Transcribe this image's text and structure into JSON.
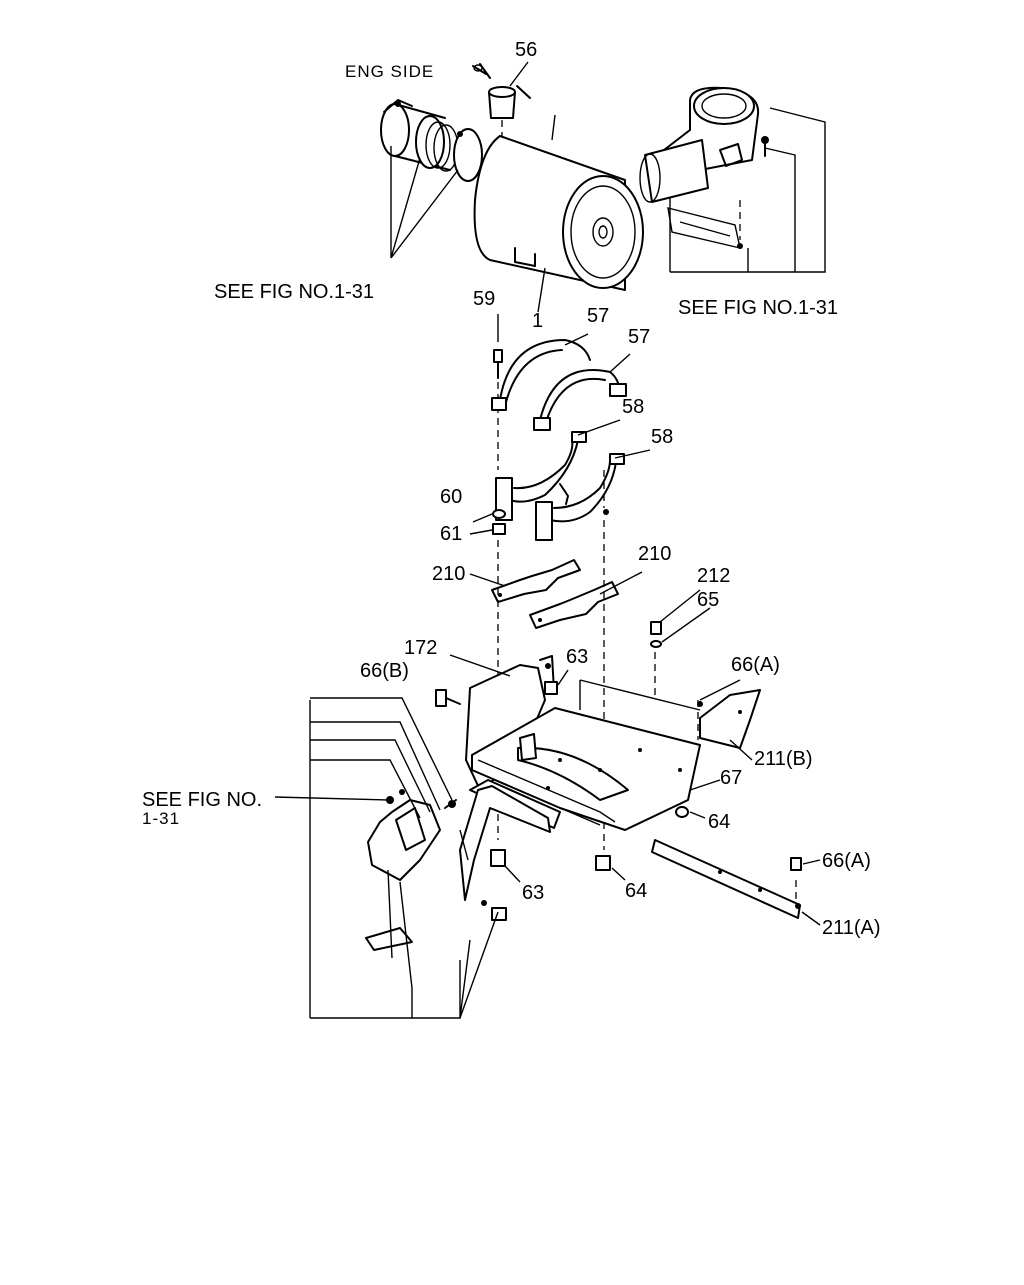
{
  "diagram": {
    "labels": {
      "eng_side": "ENG SIDE",
      "p56": "56",
      "see_fig_left": "SEE FIG NO.1-31",
      "see_fig_right": "SEE FIG NO.1-31",
      "p1": "1",
      "p59": "59",
      "p57a": "57",
      "p57b": "57",
      "p58a": "58",
      "p58b": "58",
      "p60": "60",
      "p61": "61",
      "p210a": "210",
      "p210b": "210",
      "p212": "212",
      "p65": "65",
      "p172": "172",
      "p63a": "63",
      "p66b": "66(B)",
      "p66a_top": "66(A)",
      "p211b": "211(B)",
      "p67": "67",
      "see_fig_no": "SEE FIG NO.",
      "see_fig_no_ref": "1-31",
      "p64a": "64",
      "p63b": "63",
      "p64b": "64",
      "p66a_bottom": "66(A)",
      "p211a": "211(A)"
    }
  }
}
